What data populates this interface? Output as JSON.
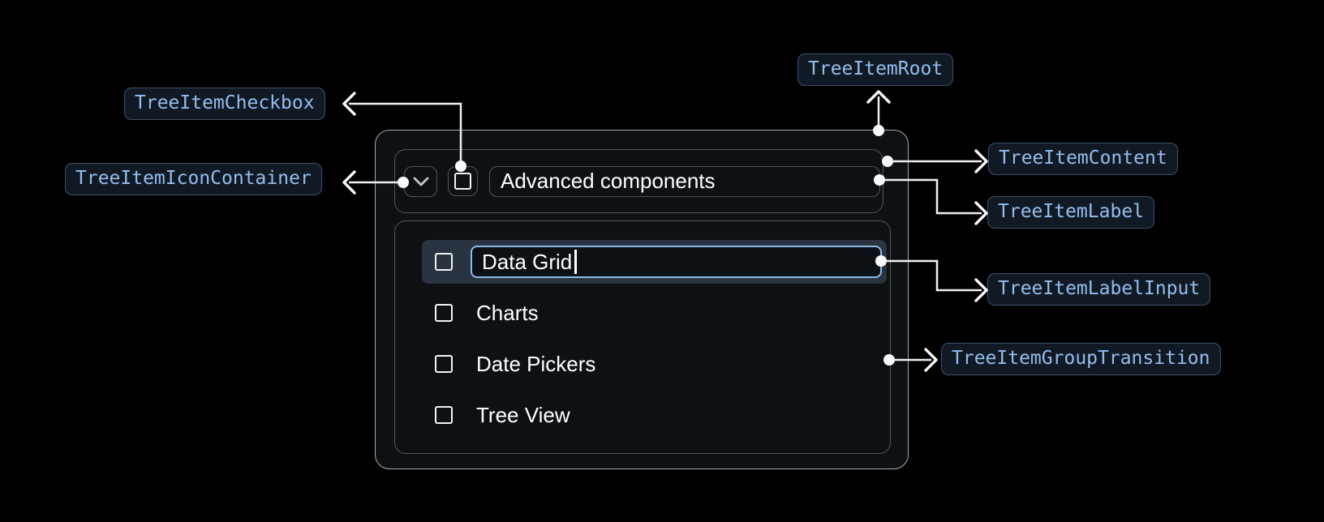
{
  "annotations": {
    "tree_item_checkbox": "TreeItemCheckbox",
    "tree_item_icon_container": "TreeItemIconContainer",
    "tree_item_root": "TreeItemRoot",
    "tree_item_content": "TreeItemContent",
    "tree_item_label": "TreeItemLabel",
    "tree_item_label_input": "TreeItemLabelInput",
    "tree_item_group_transition": "TreeItemGroupTransition"
  },
  "tree": {
    "parent": {
      "label": "Advanced components",
      "expanded": true,
      "checked": false
    },
    "children": [
      {
        "label": "Data Grid",
        "state": "editing",
        "input_value": "Data Grid",
        "checked": false
      },
      {
        "label": "Charts",
        "checked": false
      },
      {
        "label": "Date Pickers",
        "checked": false
      },
      {
        "label": "Tree View",
        "checked": false
      }
    ]
  },
  "colors": {
    "page_background": "#000000",
    "chip_text": "#94bdee",
    "chip_background": "#111a24",
    "chip_border": "#3f5069",
    "outer_border": "#a6abb1",
    "inner_border": "#50565e",
    "selected_row_background": "#2a3340",
    "input_border": "#90b9ea",
    "text": "#ffffff",
    "connector": "#eef1f4"
  }
}
